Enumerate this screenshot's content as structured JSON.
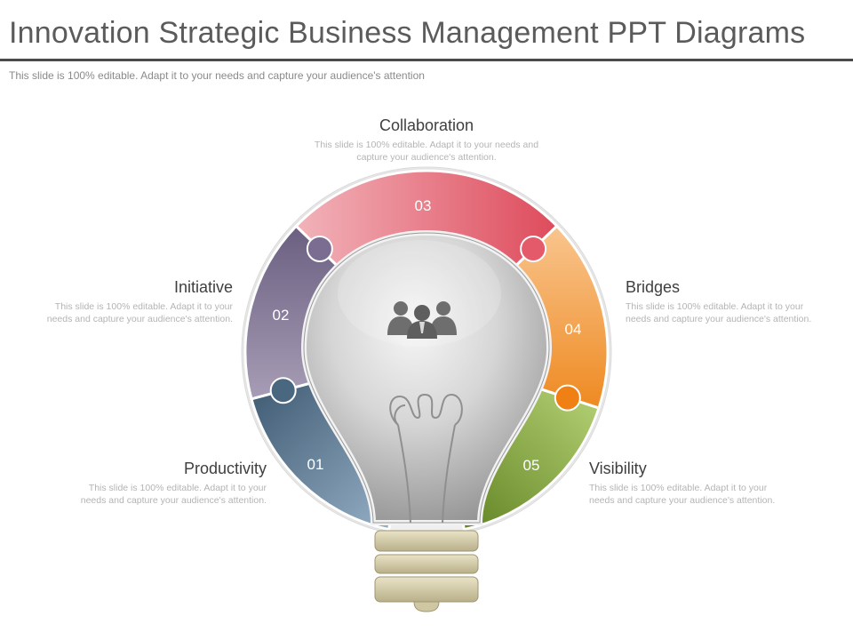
{
  "title": "Innovation Strategic Business Management PPT Diagrams",
  "subtitle": "This slide is 100% editable. Adapt it to your needs and capture your audience's attention",
  "center_icon": "people-icon",
  "bulb_filament_icon": "filament-icon",
  "segments": [
    {
      "number": "01",
      "label": "Productivity",
      "description": "This slide is 100% editable. Adapt it to your needs and capture your audience's attention.",
      "color": "#4f6d86"
    },
    {
      "number": "02",
      "label": "Initiative",
      "description": "This slide is 100% editable. Adapt it to your needs and capture your audience's attention.",
      "color": "#7e6f93"
    },
    {
      "number": "03",
      "label": "Collaboration",
      "description": "This slide is 100% editable. Adapt it to your needs and capture your audience's attention.",
      "color": "#e46a78"
    },
    {
      "number": "04",
      "label": "Bridges",
      "description": "This slide is 100% editable. Adapt it to your needs and capture your audience's attention.",
      "color": "#f39a3e"
    },
    {
      "number": "05",
      "label": "Visibility",
      "description": "This slide is 100% editable. Adapt it to your needs and capture your audience's attention.",
      "color": "#8bb040"
    }
  ]
}
